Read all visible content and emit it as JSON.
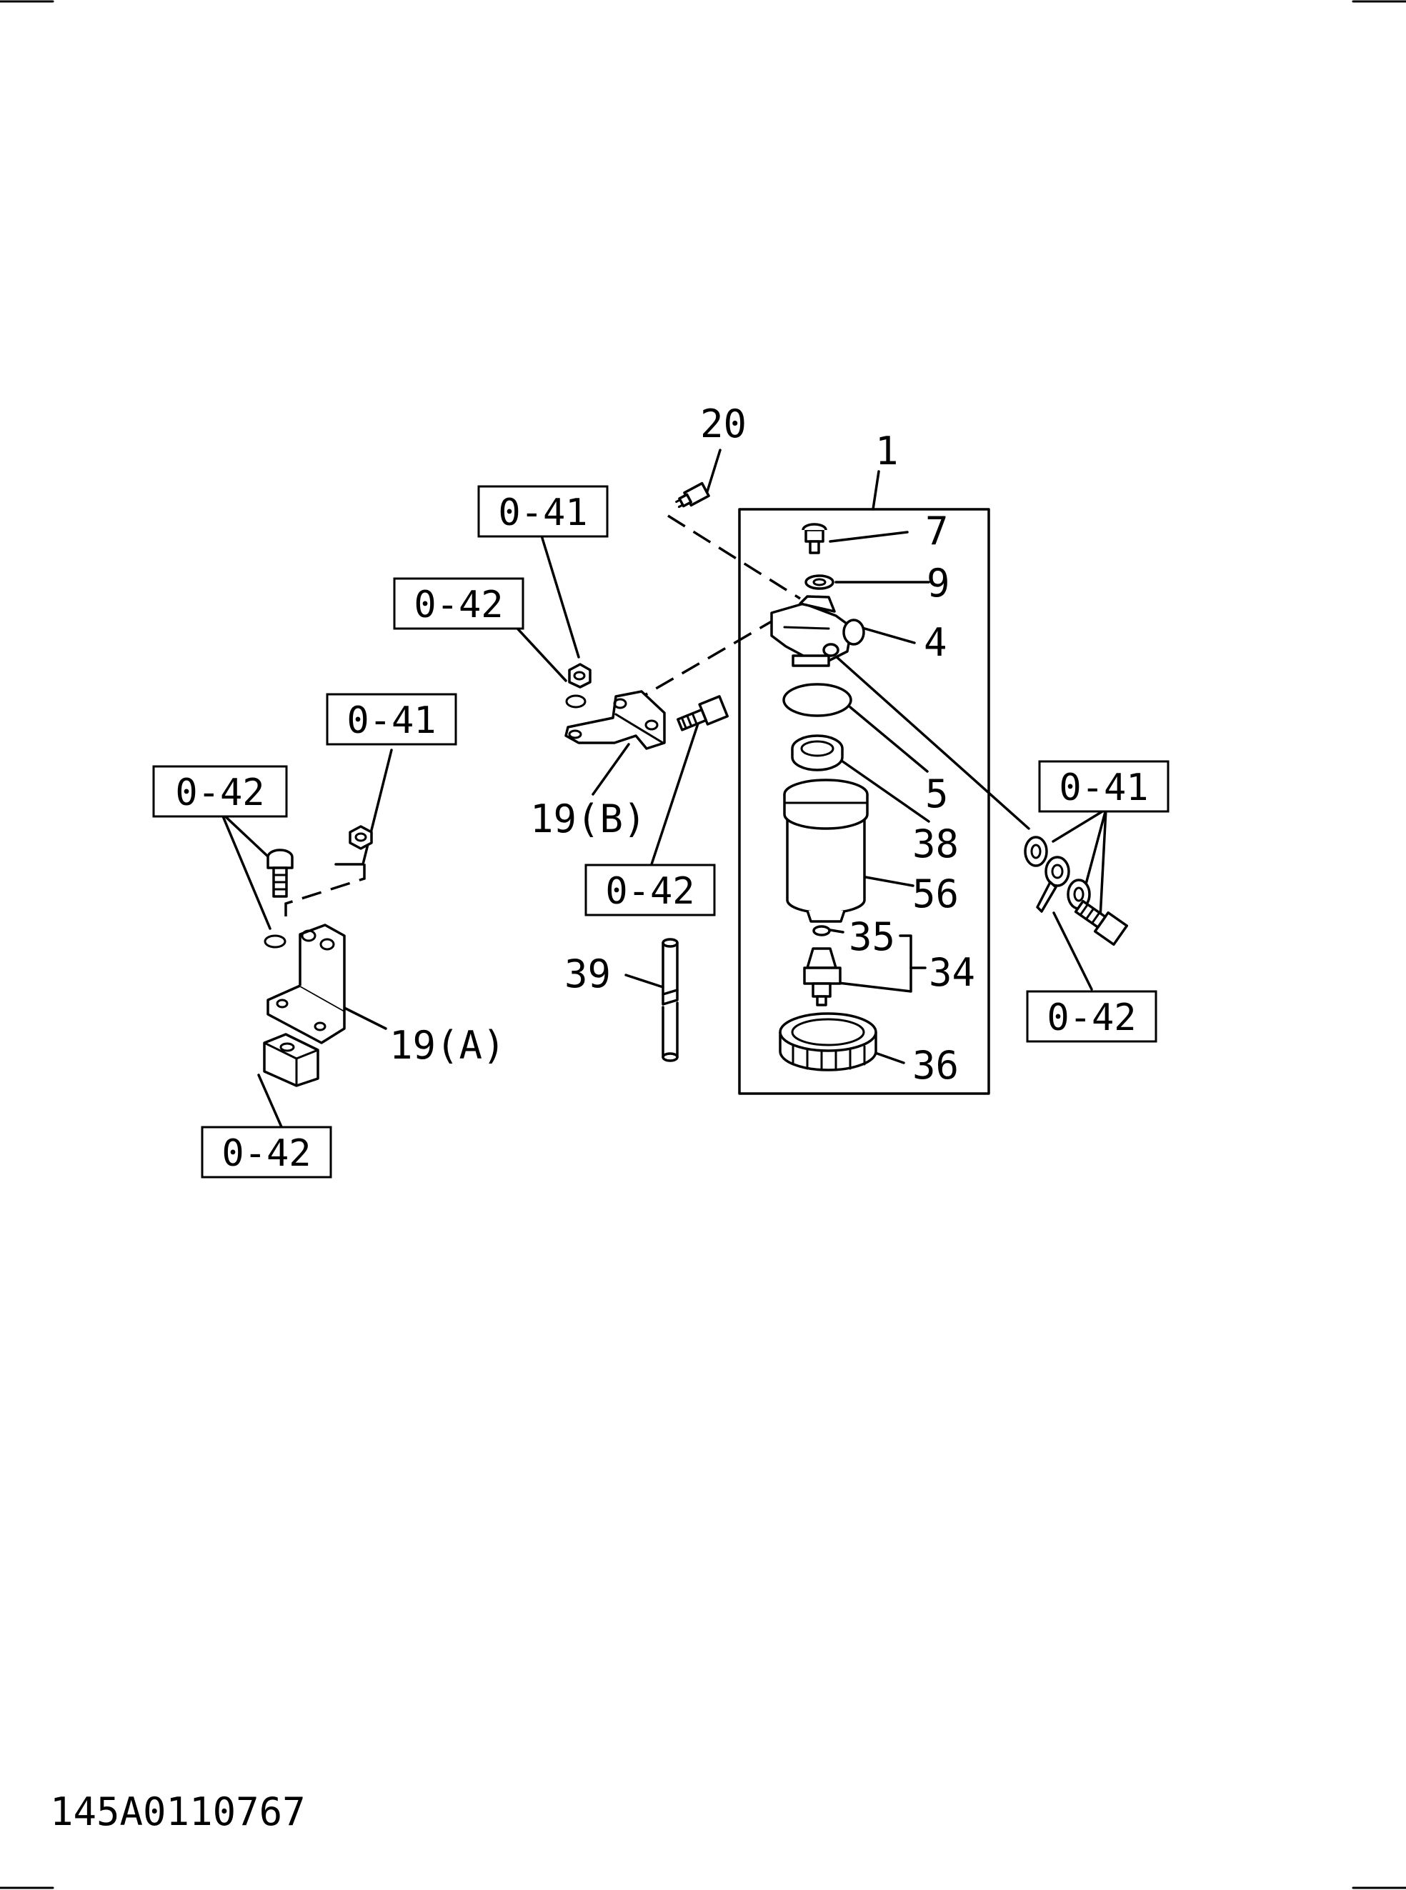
{
  "callouts": {
    "p20": "20",
    "p1": "1",
    "p7": "7",
    "p9": "9",
    "p4": "4",
    "p5": "5",
    "p38": "38",
    "p56": "56",
    "p35": "35",
    "p34": "34",
    "p36": "36",
    "p39": "39",
    "p19b": "19(B)",
    "p19a": "19(A)"
  },
  "references": {
    "r1": "0-41",
    "r2": "0-42",
    "r3": "0-41",
    "r4": "0-42",
    "r5": "0-42",
    "r6": "0-41",
    "r7": "0-42",
    "r8": "0-42"
  },
  "drawing_code": "145A0110767"
}
